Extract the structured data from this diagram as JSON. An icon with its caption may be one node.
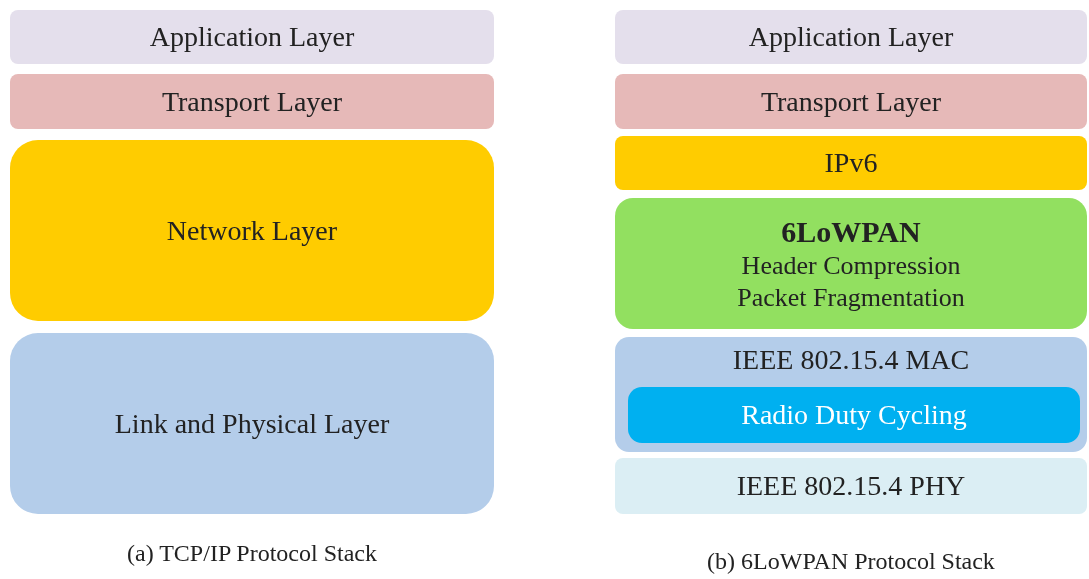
{
  "diagram": {
    "nodes": [
      {
        "text": [
          "Application Layer"
        ]
      },
      {
        "text": [
          "Transport Layer"
        ]
      },
      {
        "text": [
          "Network Layer"
        ]
      },
      {
        "text": [
          "Link and Physical Layer"
        ]
      },
      {
        "text": [
          "Application Layer"
        ]
      },
      {
        "text": [
          "Transport Layer"
        ]
      },
      {
        "text": [
          "IPv6"
        ]
      },
      {
        "text": [
          "6LoWPAN",
          "Header Compression",
          "Packet Fragmentation"
        ]
      },
      {
        "text": [
          "IEEE 802.15.4 MAC"
        ]
      },
      {
        "text": [
          "Radio Duty Cycling"
        ],
        "in": 8
      },
      {
        "text": [
          "IEEE 802.15.4 PHY"
        ]
      }
    ],
    "labels": [
      "(a) TCP/IP Protocol Stack",
      "(b) 6LoWPAN Protocol Stack"
    ]
  }
}
